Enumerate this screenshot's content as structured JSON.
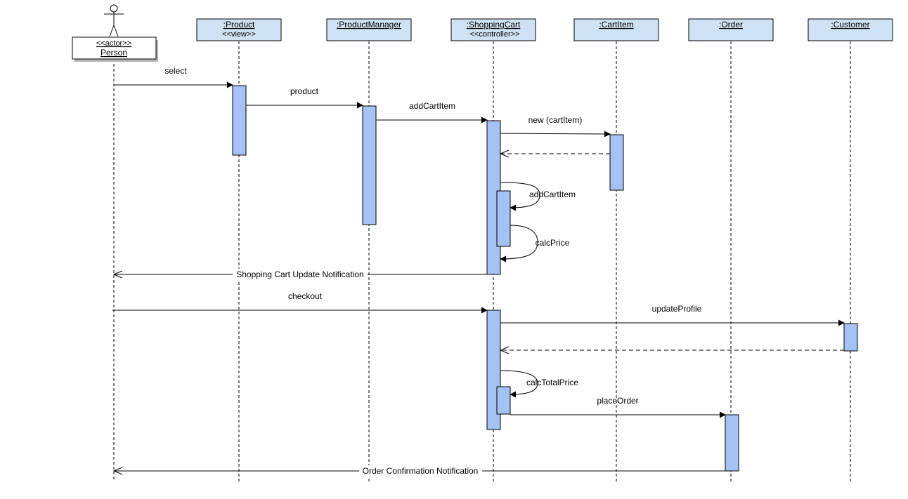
{
  "diagram": {
    "type": "sequence",
    "colors": {
      "head_fill": "#cfe2f3",
      "activation_fill": "#a4c2f4",
      "line": "#000000",
      "text": "#000000"
    },
    "actor": {
      "stereotype": "<<actor>>",
      "name": "Person",
      "icon": "stick-figure-icon"
    },
    "lifelines": [
      {
        "id": "product",
        "name": ":Product",
        "stereotype": "<<view>>"
      },
      {
        "id": "productmanager",
        "name": ":ProductManager",
        "stereotype": ""
      },
      {
        "id": "shoppingcart",
        "name": ":ShoppingCart",
        "stereotype": "<<controller>>"
      },
      {
        "id": "cartitem",
        "name": ":CartItem",
        "stereotype": ""
      },
      {
        "id": "order",
        "name": ":Order",
        "stereotype": ""
      },
      {
        "id": "customer",
        "name": ":Customer",
        "stereotype": ""
      }
    ],
    "messages": [
      {
        "label": "select",
        "from": "person",
        "to": "product",
        "kind": "sync"
      },
      {
        "label": "product",
        "from": "product",
        "to": "productmanager",
        "kind": "sync"
      },
      {
        "label": "addCartItem",
        "from": "productmanager",
        "to": "shoppingcart",
        "kind": "sync"
      },
      {
        "label": "new (cartItem)",
        "from": "shoppingcart",
        "to": "cartitem",
        "kind": "create"
      },
      {
        "label": "",
        "from": "cartitem",
        "to": "shoppingcart",
        "kind": "return"
      },
      {
        "label": "addCartItem",
        "from": "shoppingcart",
        "to": "shoppingcart",
        "kind": "self"
      },
      {
        "label": "calcPrice",
        "from": "shoppingcart",
        "to": "shoppingcart",
        "kind": "self"
      },
      {
        "label": "Shopping Cart Update Notification",
        "from": "shoppingcart",
        "to": "person",
        "kind": "reply"
      },
      {
        "label": "checkout",
        "from": "person",
        "to": "shoppingcart",
        "kind": "sync"
      },
      {
        "label": "updateProfile",
        "from": "shoppingcart",
        "to": "customer",
        "kind": "sync"
      },
      {
        "label": "",
        "from": "customer",
        "to": "shoppingcart",
        "kind": "return"
      },
      {
        "label": "calcTotalPrice",
        "from": "shoppingcart",
        "to": "shoppingcart",
        "kind": "self"
      },
      {
        "label": "placeOrder",
        "from": "shoppingcart",
        "to": "order",
        "kind": "sync"
      },
      {
        "label": "Order Confirmation Notification",
        "from": "order",
        "to": "person",
        "kind": "reply"
      }
    ]
  }
}
